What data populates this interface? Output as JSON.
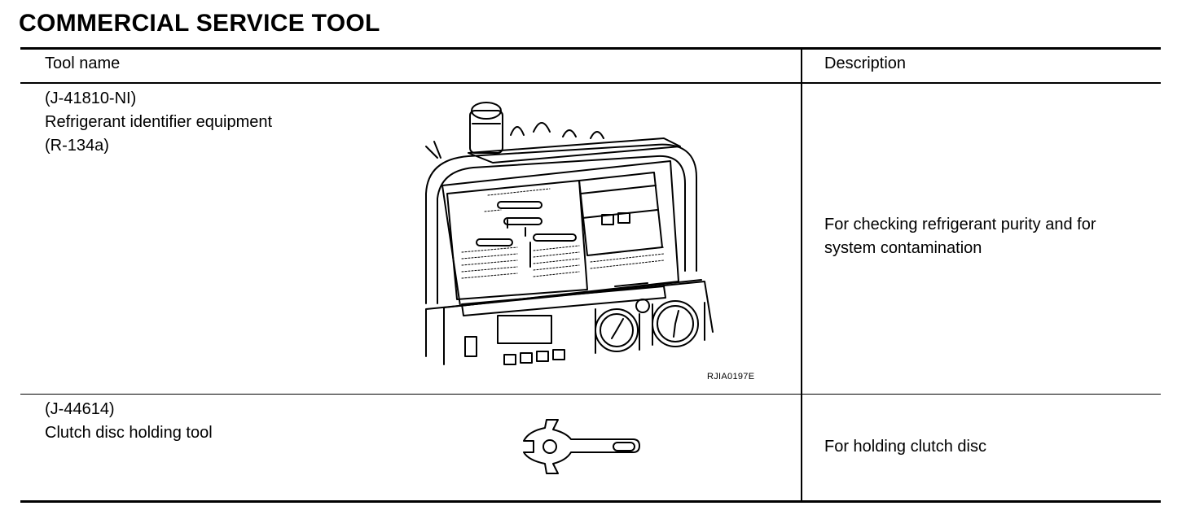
{
  "page": {
    "title": "COMMERCIAL SERVICE TOOL"
  },
  "table": {
    "headers": {
      "tool_name": "Tool name",
      "description": "Description"
    },
    "rows": [
      {
        "tool_number": "(J-41810-NI)",
        "tool_name": "Refrigerant identifier equipment",
        "tool_note": "(R-134a)",
        "figure_code": "RJIA0197E",
        "description_line1": "For checking refrigerant purity and for",
        "description_line2": "system contamination"
      },
      {
        "tool_number": "(J-44614)",
        "tool_name": "Clutch disc holding tool",
        "description_line1": "For holding clutch disc"
      }
    ]
  }
}
